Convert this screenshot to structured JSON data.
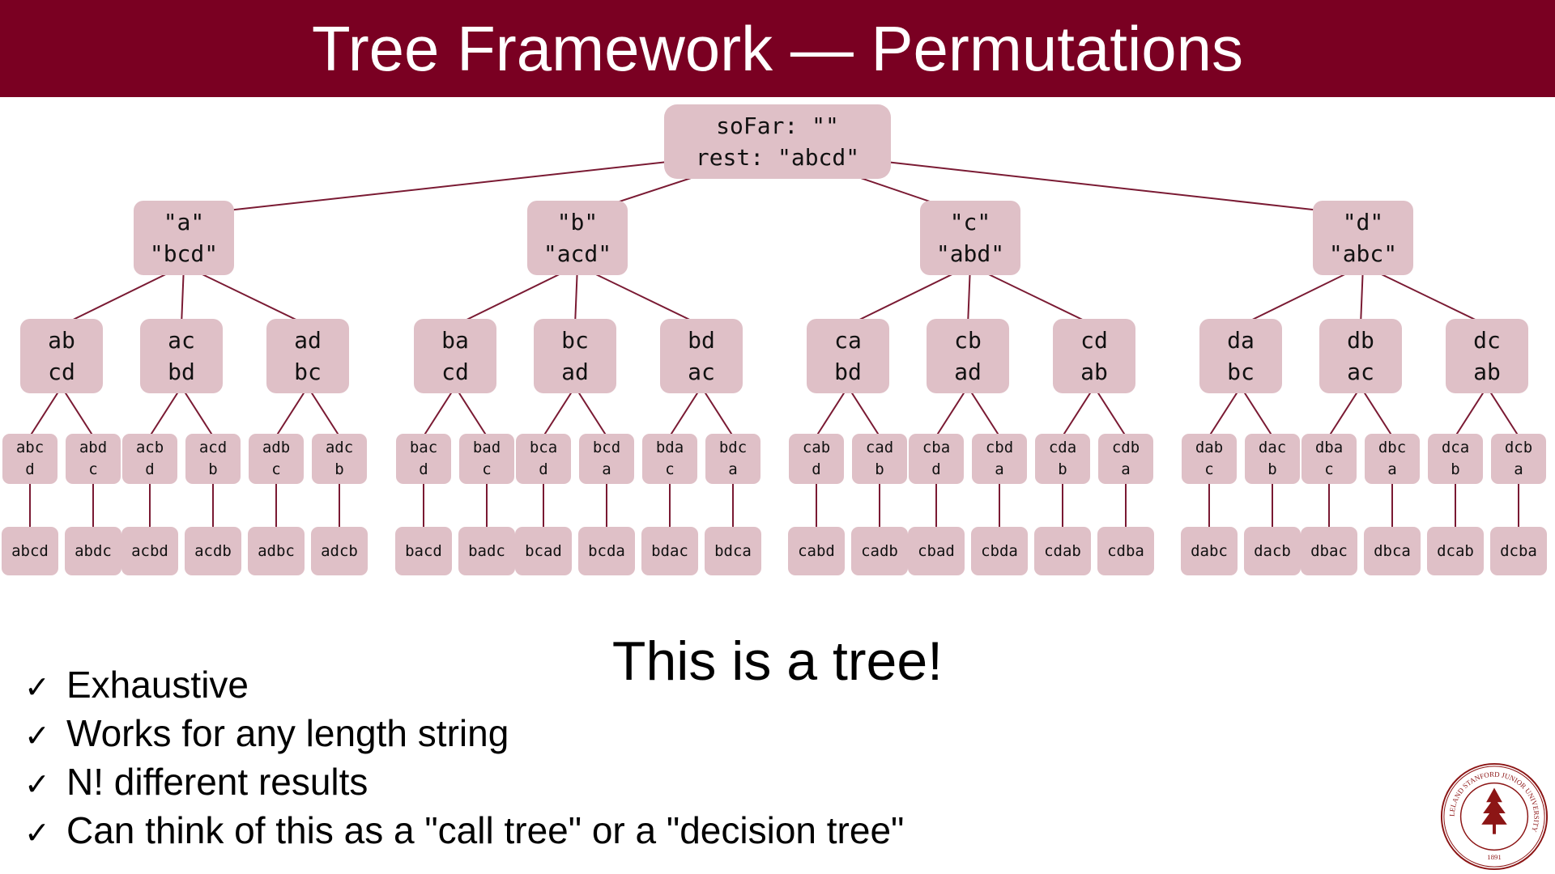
{
  "header": {
    "title": "Tree Framework — Permutations"
  },
  "tree": {
    "root": {
      "lines": [
        "soFar: \"\"",
        "rest: \"abcd\""
      ]
    },
    "level1": [
      {
        "lines": [
          "\"a\"",
          "\"bcd\""
        ]
      },
      {
        "lines": [
          "\"b\"",
          "\"acd\""
        ]
      },
      {
        "lines": [
          "\"c\"",
          "\"abd\""
        ]
      },
      {
        "lines": [
          "\"d\"",
          "\"abc\""
        ]
      }
    ],
    "level2": [
      {
        "lines": [
          "ab",
          "cd"
        ]
      },
      {
        "lines": [
          "ac",
          "bd"
        ]
      },
      {
        "lines": [
          "ad",
          "bc"
        ]
      },
      {
        "lines": [
          "ba",
          "cd"
        ]
      },
      {
        "lines": [
          "bc",
          "ad"
        ]
      },
      {
        "lines": [
          "bd",
          "ac"
        ]
      },
      {
        "lines": [
          "ca",
          "bd"
        ]
      },
      {
        "lines": [
          "cb",
          "ad"
        ]
      },
      {
        "lines": [
          "cd",
          "ab"
        ]
      },
      {
        "lines": [
          "da",
          "bc"
        ]
      },
      {
        "lines": [
          "db",
          "ac"
        ]
      },
      {
        "lines": [
          "dc",
          "ab"
        ]
      }
    ],
    "level3": [
      {
        "lines": [
          "abc",
          "d"
        ]
      },
      {
        "lines": [
          "abd",
          "c"
        ]
      },
      {
        "lines": [
          "acb",
          "d"
        ]
      },
      {
        "lines": [
          "acd",
          "b"
        ]
      },
      {
        "lines": [
          "adb",
          "c"
        ]
      },
      {
        "lines": [
          "adc",
          "b"
        ]
      },
      {
        "lines": [
          "bac",
          "d"
        ]
      },
      {
        "lines": [
          "bad",
          "c"
        ]
      },
      {
        "lines": [
          "bca",
          "d"
        ]
      },
      {
        "lines": [
          "bcd",
          "a"
        ]
      },
      {
        "lines": [
          "bda",
          "c"
        ]
      },
      {
        "lines": [
          "bdc",
          "a"
        ]
      },
      {
        "lines": [
          "cab",
          "d"
        ]
      },
      {
        "lines": [
          "cad",
          "b"
        ]
      },
      {
        "lines": [
          "cba",
          "d"
        ]
      },
      {
        "lines": [
          "cbd",
          "a"
        ]
      },
      {
        "lines": [
          "cda",
          "b"
        ]
      },
      {
        "lines": [
          "cdb",
          "a"
        ]
      },
      {
        "lines": [
          "dab",
          "c"
        ]
      },
      {
        "lines": [
          "dac",
          "b"
        ]
      },
      {
        "lines": [
          "dba",
          "c"
        ]
      },
      {
        "lines": [
          "dbc",
          "a"
        ]
      },
      {
        "lines": [
          "dca",
          "b"
        ]
      },
      {
        "lines": [
          "dcb",
          "a"
        ]
      }
    ],
    "leaves": [
      "abcd",
      "abdc",
      "acbd",
      "acdb",
      "adbc",
      "adcb",
      "bacd",
      "badc",
      "bcad",
      "bcda",
      "bdac",
      "bdca",
      "cabd",
      "cadb",
      "cbad",
      "cbda",
      "cdab",
      "cdba",
      "dabc",
      "dacb",
      "dbac",
      "dbca",
      "dcab",
      "dcba"
    ]
  },
  "tagline": "This is a tree!",
  "bullets": {
    "check_glyph": "✓",
    "items": [
      "Exhaustive",
      "Works for any length string",
      "N! different results",
      "Can think of this as a \"call tree\" or a \"decision tree\""
    ]
  },
  "seal": {
    "ring_text": "LELAND STANFORD JUNIOR UNIVERSITY",
    "year": "1891",
    "color": "#8c1515"
  },
  "colors": {
    "banner": "#7a0022",
    "node_fill": "#dfc0c7",
    "edge": "#7a1a33"
  }
}
